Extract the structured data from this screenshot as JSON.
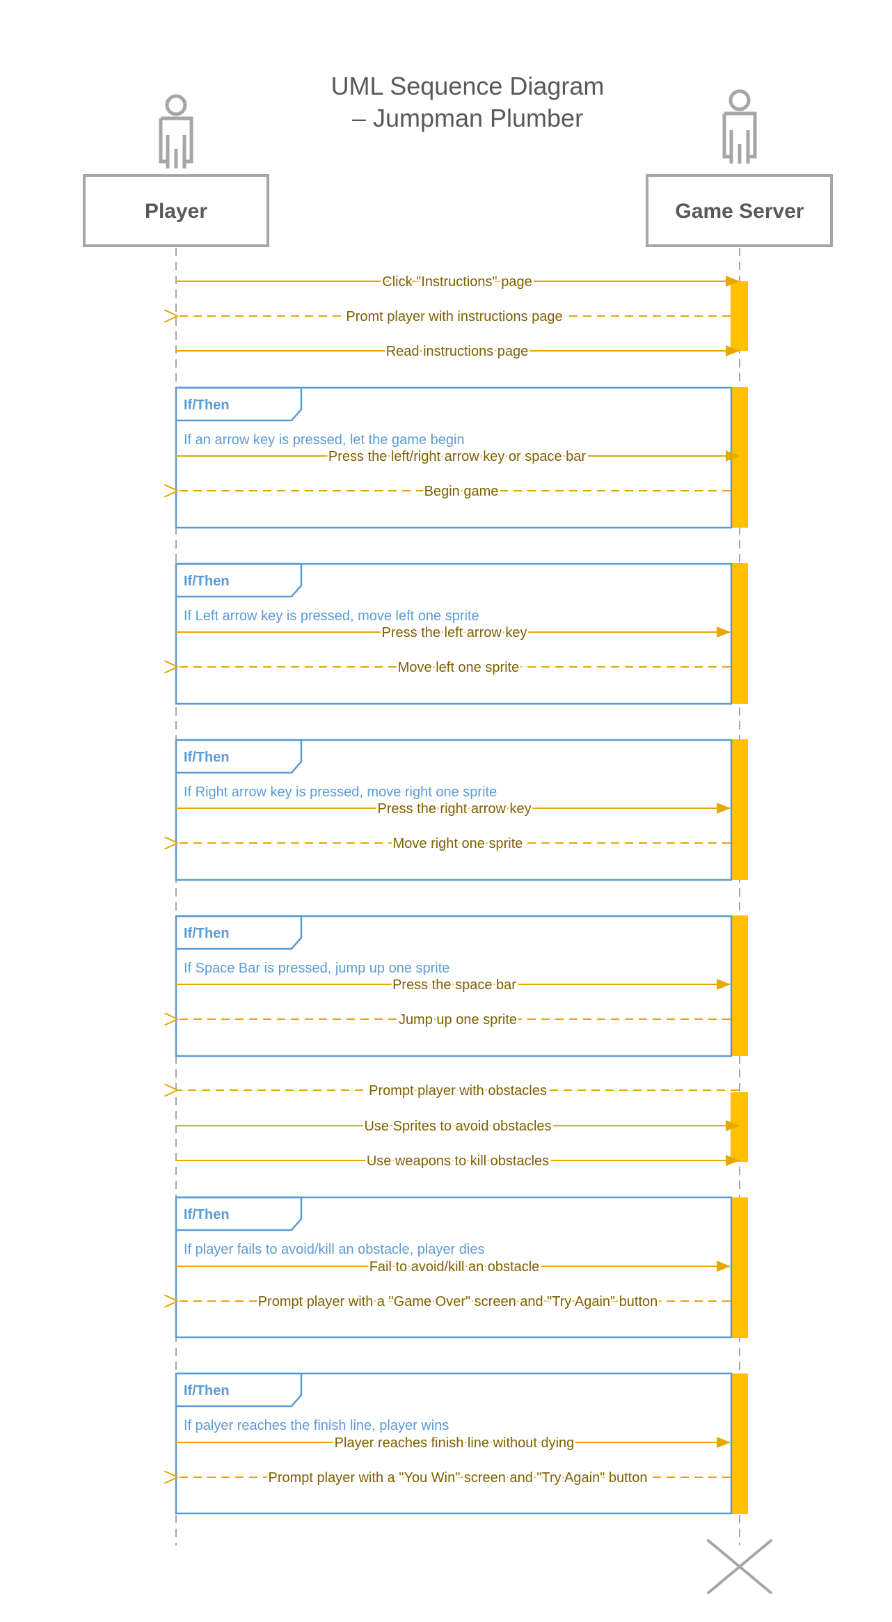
{
  "diagram": {
    "title_line1": "UML Sequence Diagram",
    "title_line2": "– Jumpman Plumber",
    "colors": {
      "lifeline": "#a6a6a6",
      "message": "#e6a800",
      "message_text": "#7f6000",
      "activation": "#ffc000",
      "frame": "#5b9bd5",
      "title": "#595959"
    },
    "participants": [
      {
        "id": "player",
        "label": "Player",
        "icon": "person-icon"
      },
      {
        "id": "server",
        "label": "Game Server",
        "icon": "person-icon"
      }
    ],
    "messages": [
      {
        "label": "Click \"Instructions\" page",
        "from": "player",
        "to": "server",
        "style": "sync"
      },
      {
        "label": "Promt player with instructions page",
        "from": "server",
        "to": "player",
        "style": "return"
      },
      {
        "label": "Read instructions page",
        "from": "player",
        "to": "server",
        "style": "sync"
      },
      {
        "label": "Press the left/right arrow key or space bar",
        "from": "player",
        "to": "server",
        "style": "sync"
      },
      {
        "label": "Begin game",
        "from": "server",
        "to": "player",
        "style": "return"
      },
      {
        "label": "Press the left arrow key",
        "from": "player",
        "to": "server",
        "style": "sync"
      },
      {
        "label": "Move left one sprite",
        "from": "server",
        "to": "player",
        "style": "return"
      },
      {
        "label": "Press the right arrow key",
        "from": "player",
        "to": "server",
        "style": "sync"
      },
      {
        "label": "Move right one sprite",
        "from": "server",
        "to": "player",
        "style": "return"
      },
      {
        "label": "Press the space bar",
        "from": "player",
        "to": "server",
        "style": "sync"
      },
      {
        "label": "Jump up one sprite",
        "from": "server",
        "to": "player",
        "style": "return"
      },
      {
        "label": "Prompt player with obstacles",
        "from": "server",
        "to": "player",
        "style": "return"
      },
      {
        "label": "Use Sprites to avoid obstacles",
        "from": "player",
        "to": "server",
        "style": "sync"
      },
      {
        "label": "Use weapons to kill obstacles",
        "from": "player",
        "to": "server",
        "style": "sync"
      },
      {
        "label": "Fail to avoid/kill an obstacle",
        "from": "player",
        "to": "server",
        "style": "sync"
      },
      {
        "label": "Prompt player with a \"Game Over\" screen and \"Try Again\" button",
        "from": "server",
        "to": "player",
        "style": "return"
      },
      {
        "label": "Player reaches finish line without dying",
        "from": "player",
        "to": "server",
        "style": "sync"
      },
      {
        "label": "Prompt player with a \"You Win\" screen and \"Try Again\" button",
        "from": "server",
        "to": "player",
        "style": "return"
      }
    ],
    "fragments": [
      {
        "operator": "If/Then",
        "guard": "If an arrow key is pressed, let the game begin"
      },
      {
        "operator": "If/Then",
        "guard": "If Left arrow key is pressed, move left one sprite"
      },
      {
        "operator": "If/Then",
        "guard": "If Right arrow key is pressed, move right one sprite"
      },
      {
        "operator": "If/Then",
        "guard": "If  Space Bar is pressed, jump up one sprite"
      },
      {
        "operator": "If/Then",
        "guard": "If player fails to avoid/kill an obstacle, player dies"
      },
      {
        "operator": "If/Then",
        "guard": "If palyer reaches the finish line, player wins"
      }
    ],
    "destruction_marker": "destroy-x-icon"
  }
}
